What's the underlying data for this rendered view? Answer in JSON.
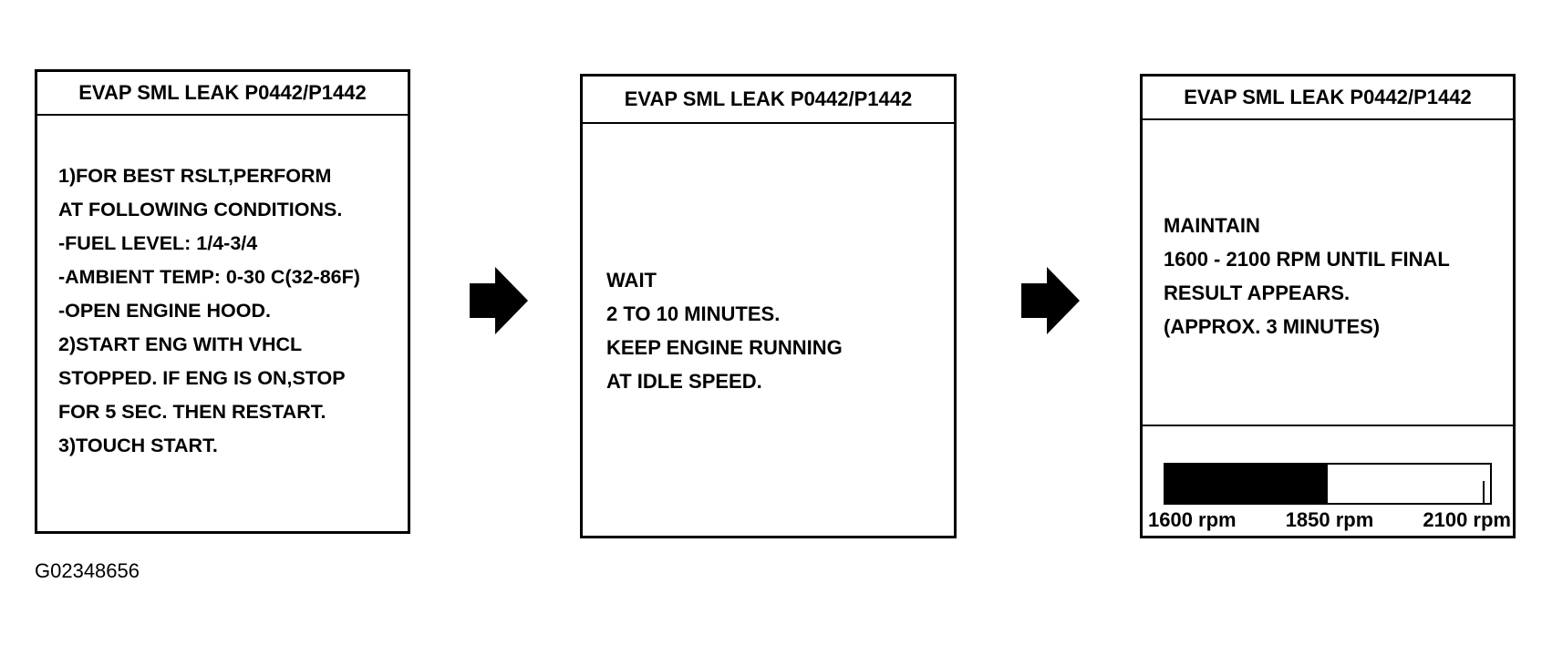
{
  "screens": [
    {
      "title": "EVAP SML LEAK P0442/P1442",
      "lines": [
        "1)FOR BEST RSLT,PERFORM",
        "AT FOLLOWING CONDITIONS.",
        "-FUEL LEVEL: 1/4-3/4",
        "-AMBIENT TEMP: 0-30 C(32-86F)",
        "-OPEN ENGINE HOOD.",
        "2)START ENG WITH VHCL",
        "STOPPED. IF ENG IS ON,STOP",
        "FOR 5 SEC. THEN RESTART.",
        "3)TOUCH START."
      ]
    },
    {
      "title": "EVAP SML LEAK P0442/P1442",
      "lines": [
        "WAIT",
        "2 TO 10 MINUTES.",
        "KEEP ENGINE RUNNING",
        "AT IDLE SPEED."
      ]
    },
    {
      "title": "EVAP SML LEAK P0442/P1442",
      "lines": [
        "MAINTAIN",
        "1600 - 2100 RPM UNTIL FINAL",
        "RESULT APPEARS.",
        "(APPROX. 3 MINUTES)"
      ],
      "gauge": {
        "fill_fraction": 0.5,
        "labels": [
          "1600 rpm",
          "1850 rpm",
          "2100 rpm"
        ]
      }
    }
  ],
  "arrows": [
    "arrow-right-icon",
    "arrow-right-icon"
  ],
  "figure_id": "G02348656"
}
